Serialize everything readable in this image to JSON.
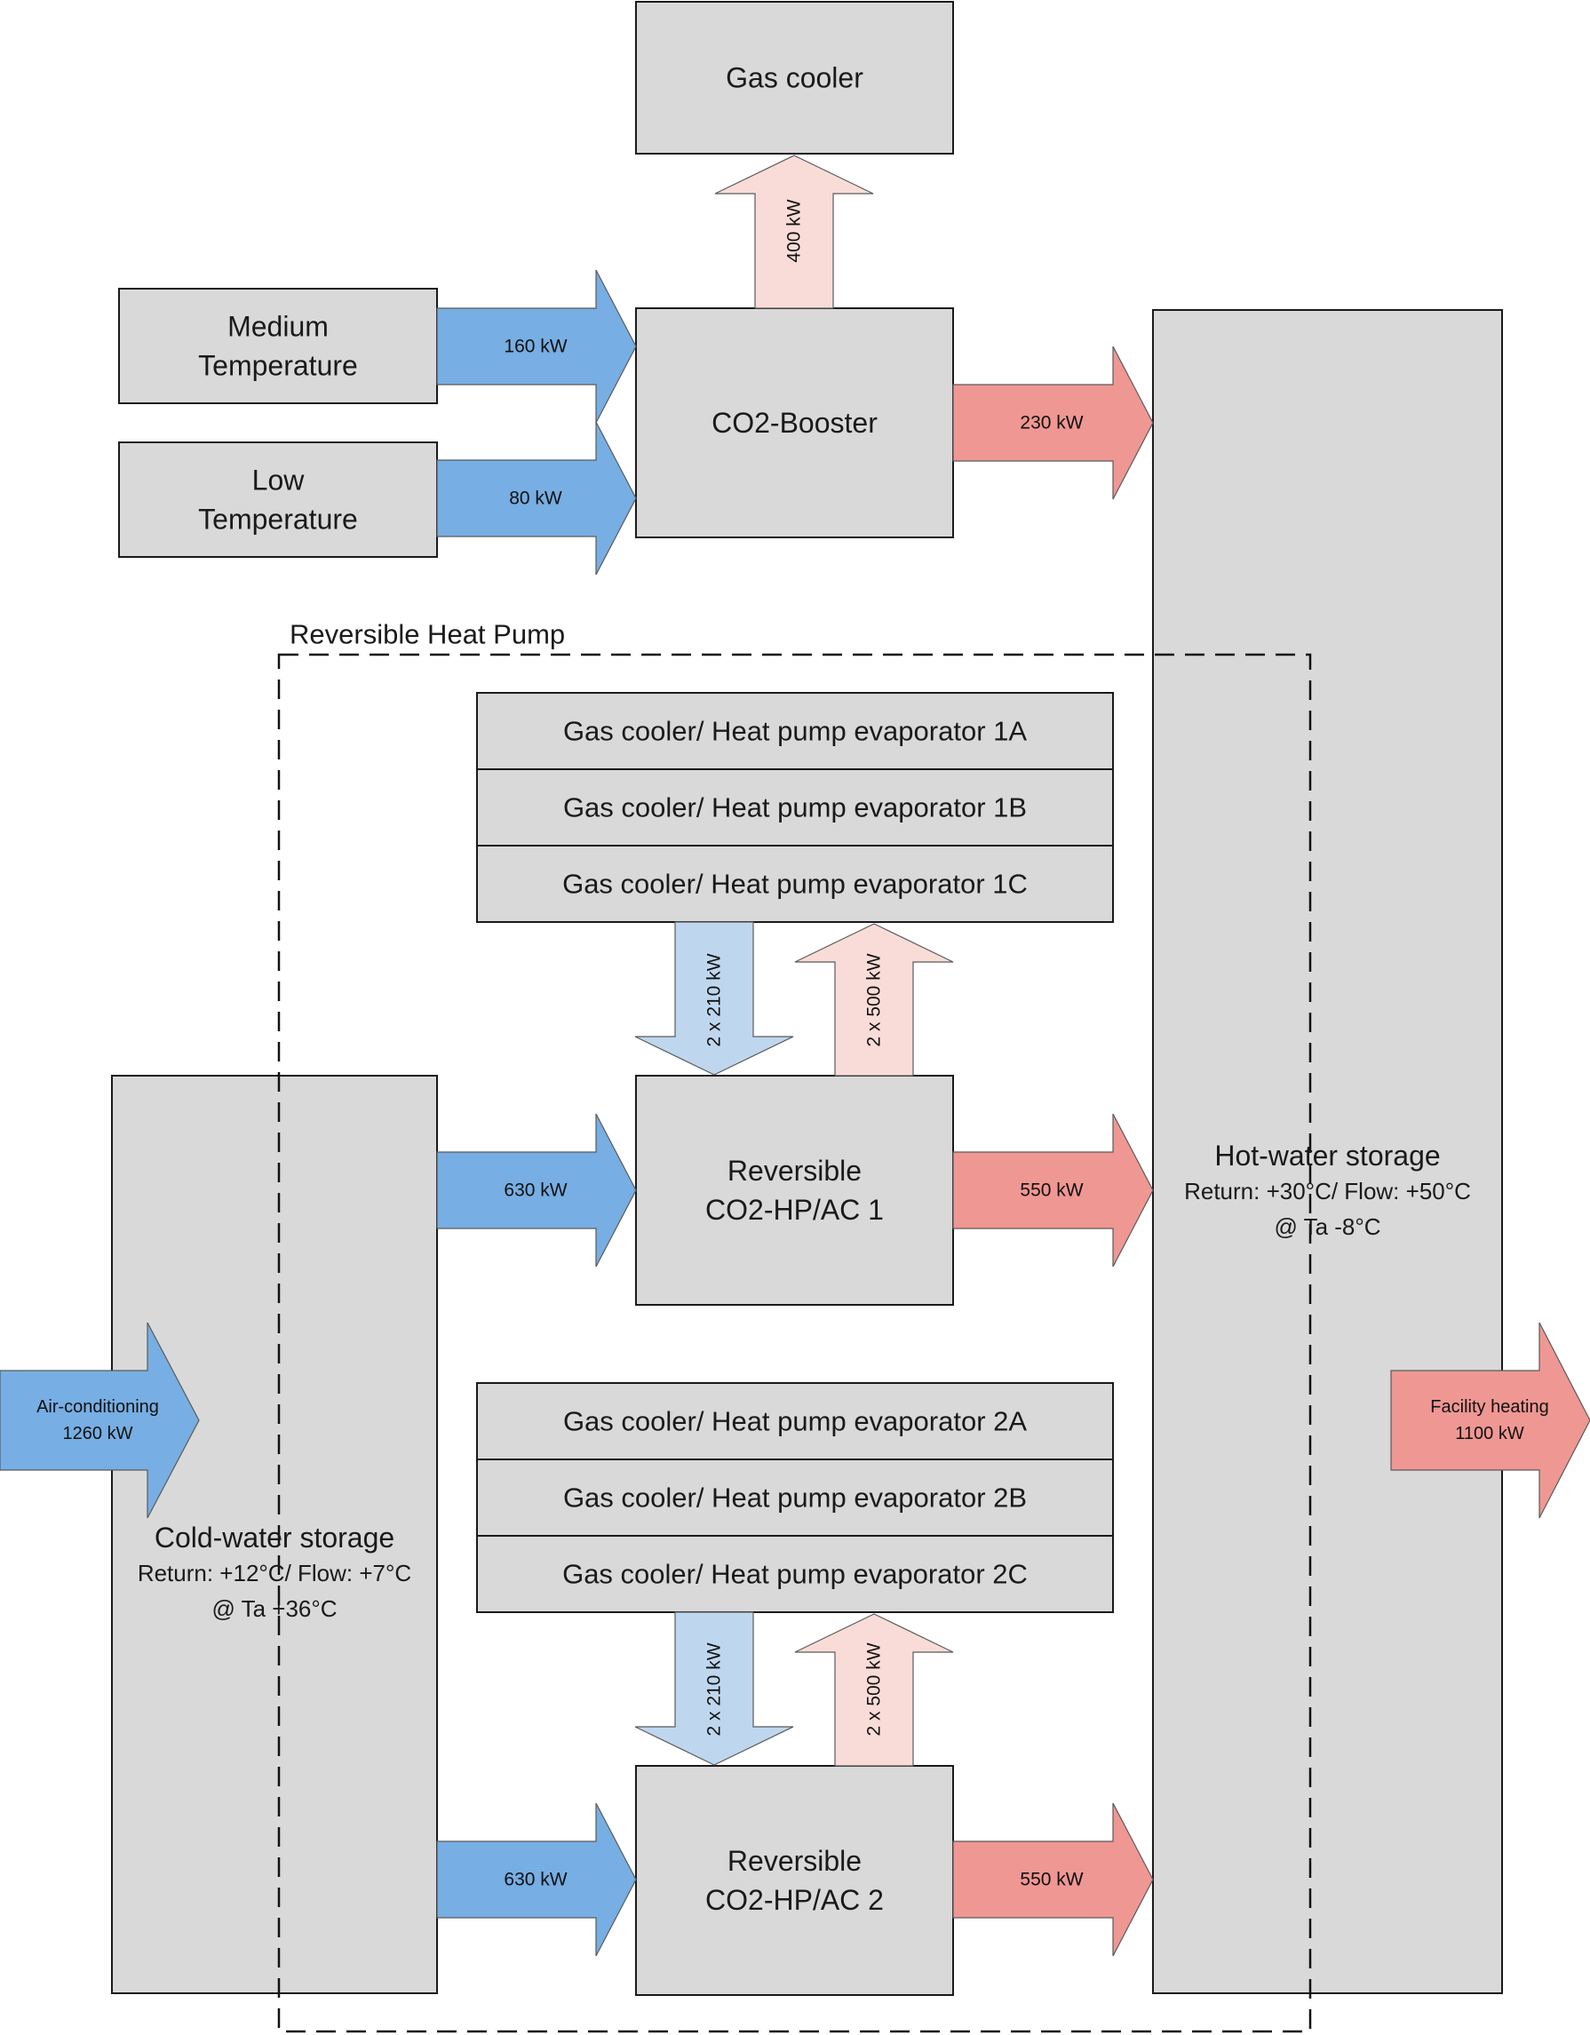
{
  "colors": {
    "box_fill": "#d9d9d9",
    "box_stroke": "#1a1a1a",
    "cold_flow": "#77aee3",
    "cold_flow_light": "#bfd7ee",
    "hot_flow": "#ef9793",
    "hot_flow_light": "#f9dcd8",
    "arrow_stroke": "#5a5a5a"
  },
  "boxes": {
    "gas_cooler": {
      "lines": [
        "Gas cooler"
      ]
    },
    "medium_temperature": {
      "lines": [
        "Medium",
        "Temperature"
      ]
    },
    "low_temperature": {
      "lines": [
        "Low",
        "Temperature"
      ]
    },
    "co2_booster": {
      "lines": [
        "CO2-Booster"
      ]
    },
    "hot_water_storage": {
      "lines": [
        "Hot-water storage",
        "Return: +30°C/ Flow: +50°C",
        "@ Ta -8°C"
      ]
    },
    "cold_water_storage": {
      "lines": [
        "Cold-water storage",
        "Return: +12°C/ Flow: +7°C",
        "@ Ta +36°C"
      ]
    },
    "gc_1a": {
      "lines": [
        "Gas cooler/ Heat pump evaporator 1A"
      ]
    },
    "gc_1b": {
      "lines": [
        "Gas cooler/ Heat pump evaporator 1B"
      ]
    },
    "gc_1c": {
      "lines": [
        "Gas cooler/ Heat pump evaporator 1C"
      ]
    },
    "gc_2a": {
      "lines": [
        "Gas cooler/ Heat pump evaporator 2A"
      ]
    },
    "gc_2b": {
      "lines": [
        "Gas cooler/ Heat pump evaporator 2B"
      ]
    },
    "gc_2c": {
      "lines": [
        "Gas cooler/ Heat pump evaporator 2C"
      ]
    },
    "hp_ac_1": {
      "lines": [
        "Reversible",
        "CO2-HP/AC 1"
      ]
    },
    "hp_ac_2": {
      "lines": [
        "Reversible",
        "CO2-HP/AC 2"
      ]
    }
  },
  "group_label": "Reversible Heat Pump",
  "flows": {
    "medium_temp_to_booster": {
      "lines": [
        "160 kW"
      ]
    },
    "low_temp_to_booster": {
      "lines": [
        "80 kW"
      ]
    },
    "booster_to_gas_cooler": {
      "lines": [
        "400 kW"
      ]
    },
    "booster_to_hot_water": {
      "lines": [
        "230 kW"
      ]
    },
    "cold_to_hp1": {
      "lines": [
        "630 kW"
      ]
    },
    "hp1_to_hot_water": {
      "lines": [
        "550 kW"
      ]
    },
    "cold_to_hp2": {
      "lines": [
        "630 kW"
      ]
    },
    "hp2_to_hot_water": {
      "lines": [
        "550 kW"
      ]
    },
    "evap1_to_hp1": {
      "lines": [
        "2 x 210 kW"
      ]
    },
    "hp1_to_gc1": {
      "lines": [
        "2 x 500 kW"
      ]
    },
    "evap2_to_hp2": {
      "lines": [
        "2 x 210 kW"
      ]
    },
    "hp2_to_gc2": {
      "lines": [
        "2 x 500 kW"
      ]
    },
    "air_conditioning": {
      "lines": [
        "Air-conditioning",
        "1260 kW"
      ]
    },
    "facility_heating": {
      "lines": [
        "Facility heating",
        "1100 kW"
      ]
    }
  }
}
